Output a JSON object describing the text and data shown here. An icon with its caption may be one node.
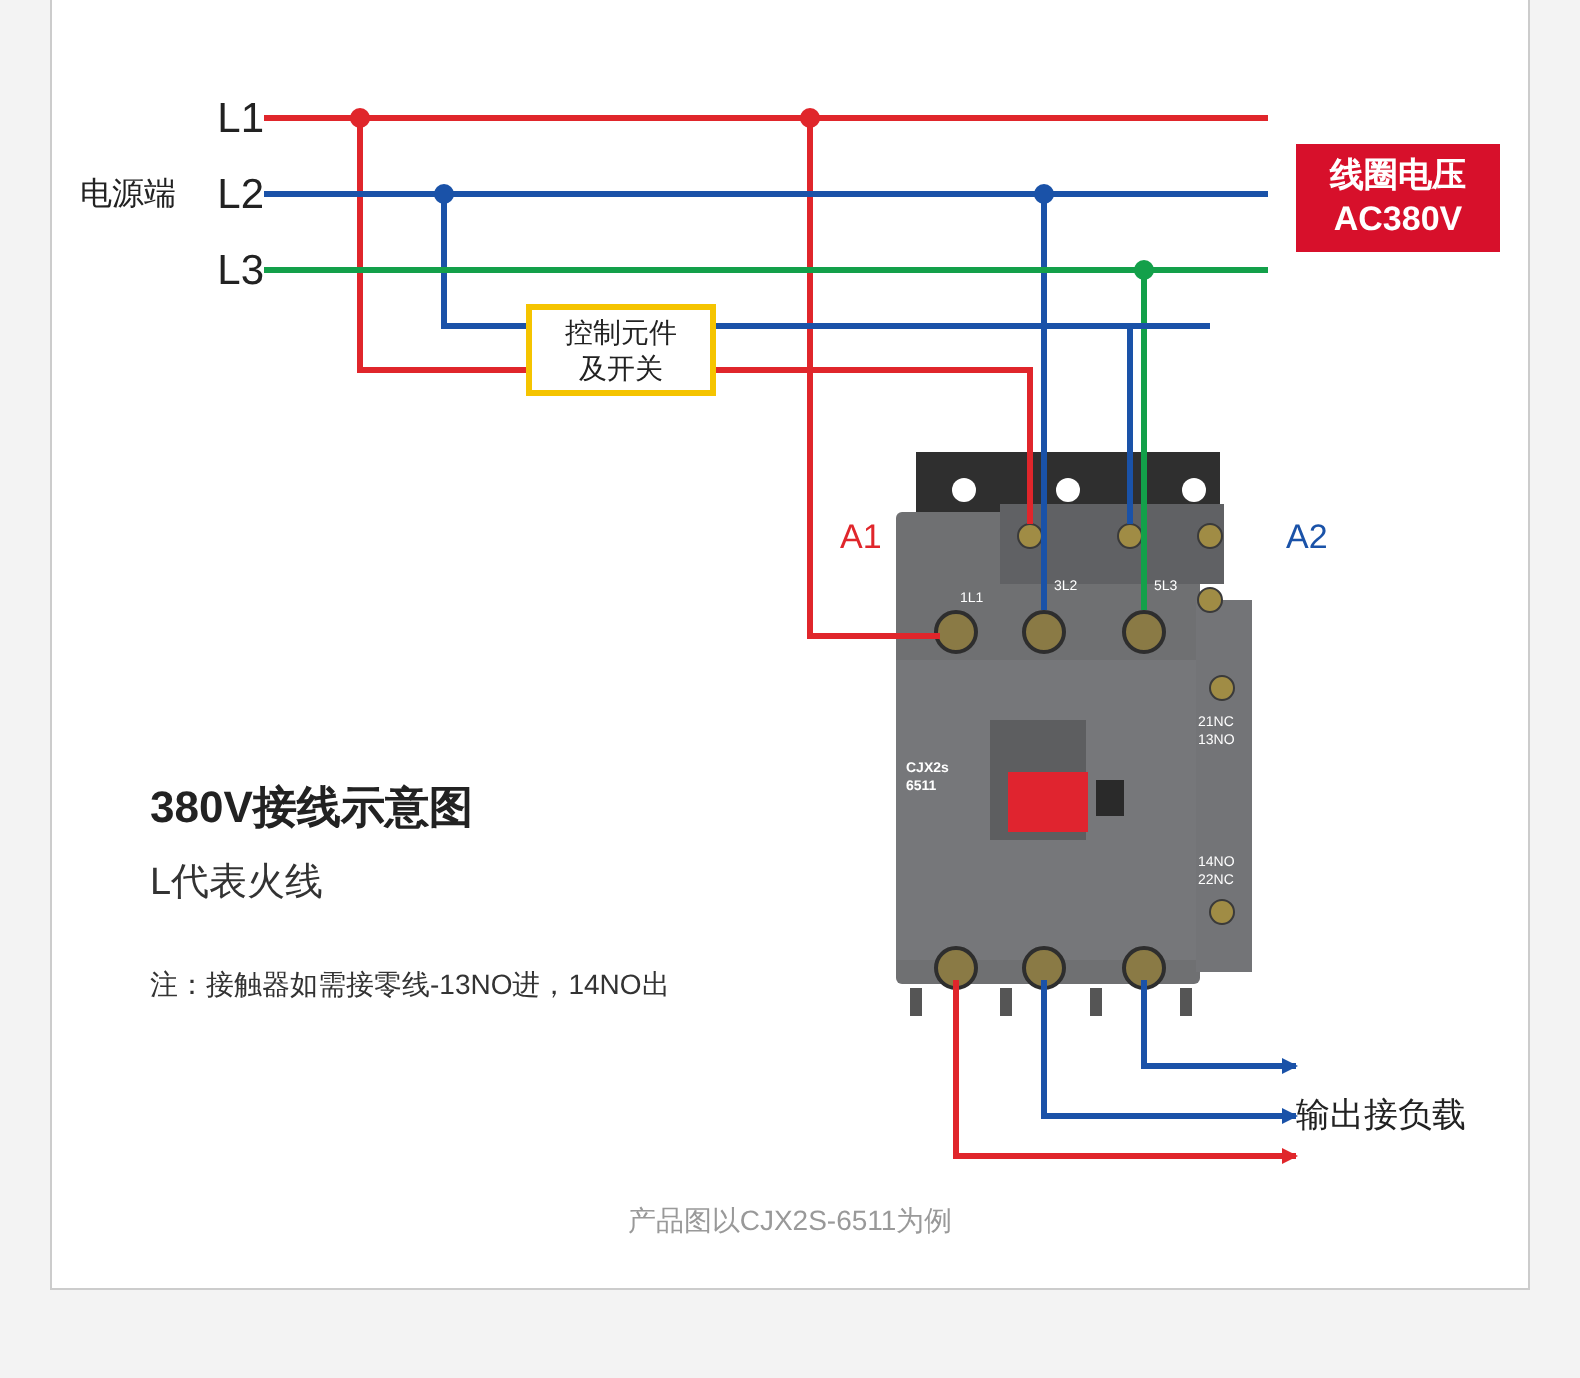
{
  "diagram": {
    "title": "380V接线示意图",
    "caption": "产品图以CJX2S-6511为例",
    "nodes": [
      {
        "text": [
          "L1"
        ]
      },
      {
        "text": [
          "L2"
        ],
        "beside": [
          "电源端"
        ]
      },
      {
        "text": [
          "L3"
        ]
      },
      {
        "text": [
          "控制元件及开关"
        ]
      },
      {
        "text": [
          "线圈电压",
          "AC380V"
        ]
      },
      {
        "text": [],
        "shape": "picture"
      },
      {
        "text": [
          "输出接负载"
        ]
      }
    ],
    "edges": [
      {
        "from": 0,
        "to": null,
        "arrow": "none",
        "color": "#e0262b"
      },
      {
        "from": 1,
        "to": null,
        "arrow": "none"
      },
      {
        "from": 2,
        "to": null,
        "arrow": "none",
        "color": "#13a04a"
      },
      {
        "from": 0,
        "to": 3,
        "arrow": "none",
        "color": "#e0262b"
      },
      {
        "from": 1,
        "to": 3,
        "arrow": "none"
      },
      {
        "from": 0,
        "to": 5,
        "arrow": "none",
        "color": "#e0262b"
      },
      {
        "from": 1,
        "to": 5,
        "arrow": "none"
      },
      {
        "from": 2,
        "to": 5,
        "arrow": "none",
        "color": "#13a04a"
      },
      {
        "from": 3,
        "to": 5,
        "arrow": "none",
        "color": "#e0262b"
      },
      {
        "from": 3,
        "to": 5,
        "arrow": "none"
      },
      {
        "from": 5,
        "to": 6,
        "arrow": "to",
        "color": "#e0262b"
      },
      {
        "from": 5,
        "to": 6,
        "arrow": "to"
      },
      {
        "from": 5,
        "to": 6,
        "arrow": "to"
      }
    ],
    "labels": [
      "A1",
      "A2",
      "1L1",
      "3L2",
      "5L3",
      "21NC",
      "13NO",
      "CJX2s",
      "6511",
      "14NO",
      "22NC",
      "L代表火线",
      "注：接触器如需接零线-13NO进，14NO出"
    ]
  }
}
